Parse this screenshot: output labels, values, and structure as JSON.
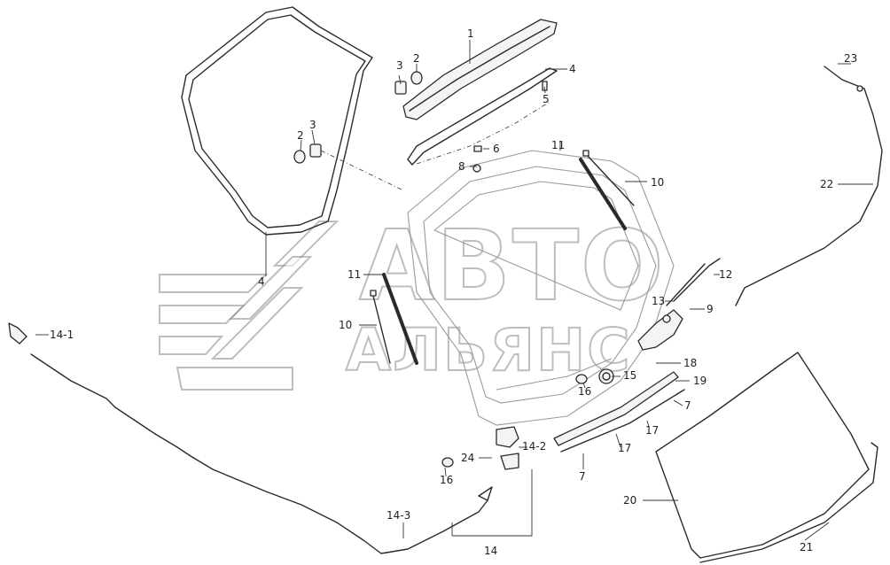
{
  "watermark": {
    "line1": "АВТО",
    "line2": "АЛЬЯНС"
  },
  "callouts": {
    "c1": "1",
    "c2a": "2",
    "c2b": "2",
    "c3a": "3",
    "c3b": "3",
    "c4a": "4",
    "c4b": "4",
    "c5": "5",
    "c6": "6",
    "c7a": "7",
    "c7b": "7",
    "c8": "8",
    "c9": "9",
    "c10a": "10",
    "c10b": "10",
    "c11a": "11",
    "c11b": "11",
    "c12": "12",
    "c13": "13",
    "c14": "14",
    "c14_1": "14-1",
    "c14_2": "14-2",
    "c14_3": "14-3",
    "c15": "15",
    "c16a": "16",
    "c16b": "16",
    "c17a": "17",
    "c17b": "17",
    "c18": "18",
    "c19": "19",
    "c20": "20",
    "c21": "21",
    "c22": "22",
    "c23": "23",
    "c24": "24"
  }
}
